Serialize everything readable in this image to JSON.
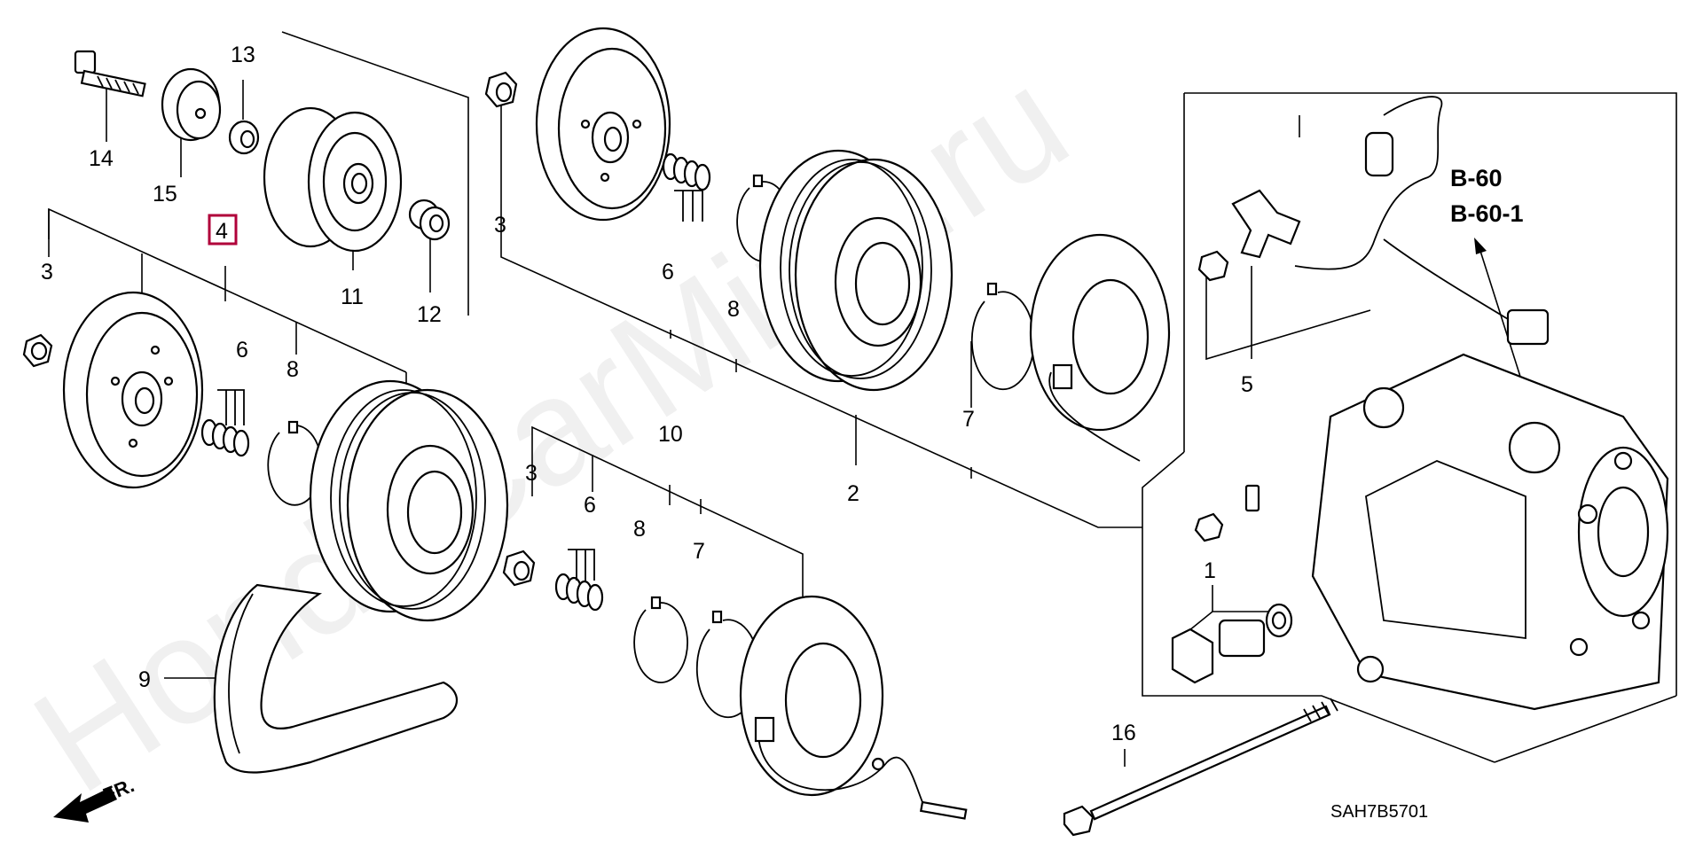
{
  "diagram": {
    "watermark": "HondaCarMine.ru",
    "drawing_code": "SAH7B5701",
    "front_label": "FR.",
    "refs": [
      "B-60",
      "B-60-1"
    ],
    "highlighted_callout": "4",
    "callouts": {
      "c13": "13",
      "c14": "14",
      "c15": "15",
      "c4": "4",
      "c11": "11",
      "c12": "12",
      "c3a": "3",
      "c6a": "6",
      "c8a": "8",
      "c9": "9",
      "c3b": "3",
      "c6b": "6",
      "c8b": "8",
      "c2": "2",
      "c7a": "7",
      "c10": "10",
      "c3c": "3",
      "c6c": "6",
      "c8c": "8",
      "c7b": "7",
      "c5": "5",
      "c1": "1",
      "c16": "16"
    }
  }
}
